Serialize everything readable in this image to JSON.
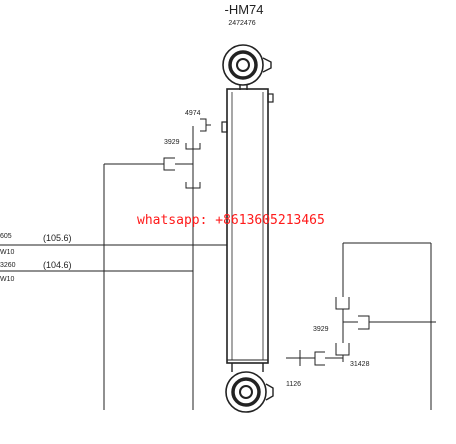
{
  "component": {
    "title": "-HM74",
    "part_number": "2472476"
  },
  "connectors": {
    "top_label": "4974",
    "mid_label": "3929",
    "right_mid_label": "3929",
    "right_lower_label": "31428",
    "ground_label": "1126"
  },
  "wires": {
    "wire1_id": "605",
    "wire1_gauge": "W10",
    "wire1_length": "(105.6)",
    "wire2_id": "3260",
    "wire2_gauge": "W10",
    "wire2_length": "(104.6)"
  },
  "watermark": "whatsapp: +8613605213465"
}
